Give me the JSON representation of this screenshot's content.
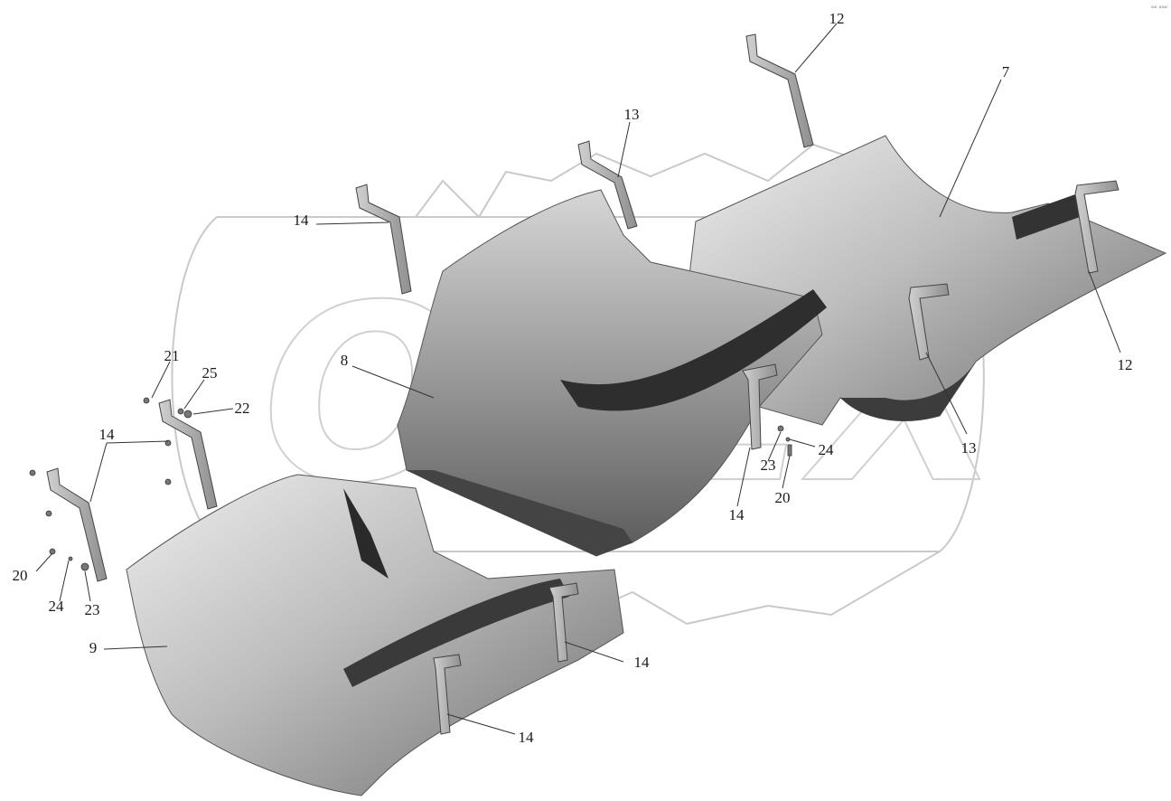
{
  "watermark": {
    "text": "OPEX"
  },
  "corner_mark": "°° °°°",
  "colors": {
    "shield_light": "#e4e4e4",
    "shield_mid": "#a6a6a6",
    "shield_dark": "#4a4a4a",
    "watermark": "#c9c9c9",
    "leader": "#333333"
  },
  "callouts": [
    {
      "id": "c12a",
      "label": "12"
    },
    {
      "id": "c7",
      "label": "7"
    },
    {
      "id": "c13a",
      "label": "13"
    },
    {
      "id": "c14a",
      "label": "14"
    },
    {
      "id": "c8",
      "label": "8"
    },
    {
      "id": "c12b",
      "label": "12"
    },
    {
      "id": "c13b",
      "label": "13"
    },
    {
      "id": "c21",
      "label": "21"
    },
    {
      "id": "c25",
      "label": "25"
    },
    {
      "id": "c22",
      "label": "22"
    },
    {
      "id": "c14b",
      "label": "14"
    },
    {
      "id": "c24a",
      "label": "24"
    },
    {
      "id": "c23a",
      "label": "23"
    },
    {
      "id": "c20a",
      "label": "20"
    },
    {
      "id": "c14c",
      "label": "14"
    },
    {
      "id": "c20b",
      "label": "20"
    },
    {
      "id": "c24b",
      "label": "24"
    },
    {
      "id": "c23b",
      "label": "23"
    },
    {
      "id": "c9",
      "label": "9"
    },
    {
      "id": "c14d",
      "label": "14"
    },
    {
      "id": "c14e",
      "label": "14"
    }
  ]
}
